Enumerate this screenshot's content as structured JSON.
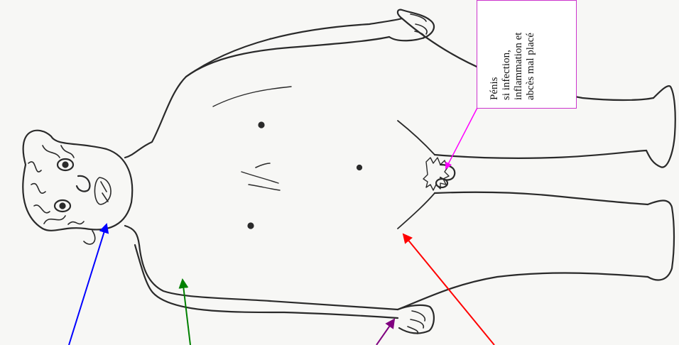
{
  "colors": {
    "background": "#f7f7f5",
    "outline": "#2a2a2a",
    "annotation_box_border": "#cc33cc",
    "arrow_magenta": "#ff00ff",
    "arrow_blue": "#0000ff",
    "arrow_green": "#008000",
    "arrow_purple": "#800080",
    "arrow_red": "#ff0000"
  },
  "annotation": {
    "title": "Pénis",
    "line2": "si infection,",
    "line3": "inflammation et",
    "line4": "abcès mal placé"
  },
  "arrows": [
    {
      "name": "magenta-arrow",
      "color": "#ff00ff"
    },
    {
      "name": "blue-arrow",
      "color": "#0000ff"
    },
    {
      "name": "green-arrow",
      "color": "#008000"
    },
    {
      "name": "purple-arrow",
      "color": "#800080"
    },
    {
      "name": "red-arrow",
      "color": "#ff0000"
    }
  ]
}
